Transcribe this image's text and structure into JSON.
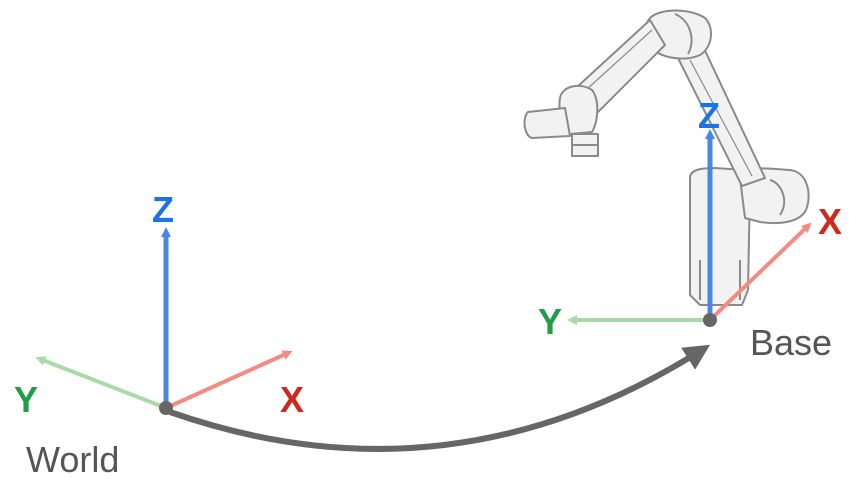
{
  "colors": {
    "x_axis": "#f28b82",
    "y_axis": "#a8dba8",
    "z_axis": "#4a86e8",
    "x_label": "#cc2a1f",
    "y_label": "#1f9e4a",
    "z_label": "#1a73e8",
    "transform_arrow": "#666666",
    "robot_outline": "#8a8a8a",
    "robot_fill": "#f2f2f2"
  },
  "frames": {
    "world": {
      "name": "World",
      "axes": {
        "x": "X",
        "y": "Y",
        "z": "Z"
      }
    },
    "base": {
      "name": "Base",
      "axes": {
        "x": "X",
        "y": "Y",
        "z": "Z"
      }
    }
  },
  "icons": {
    "robot": "robot-arm-icon",
    "transform": "curved-arrow-icon"
  }
}
